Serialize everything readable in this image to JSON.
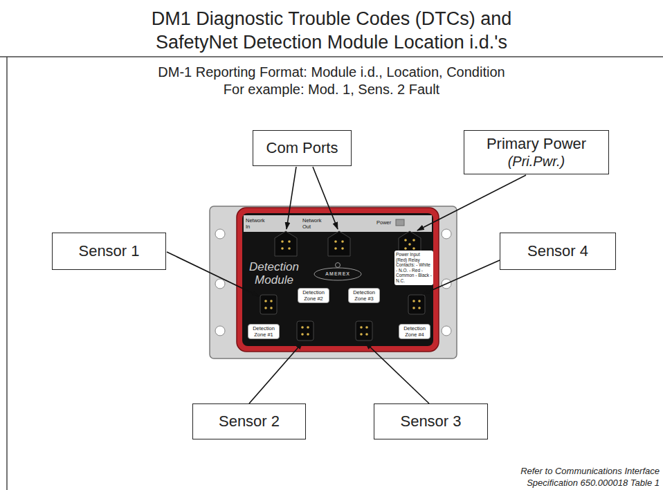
{
  "diagram": {
    "title": "DM1 Diagnostic Trouble Codes (DTCs) and SafetyNet Detection Module Location i.d.'s",
    "nodes": [
      {
        "text": [
          "Com Ports"
        ]
      },
      {
        "text": [
          "Primary Power",
          "(Pri.Pwr.)"
        ]
      },
      {
        "text": [
          "Sensor 1"
        ]
      },
      {
        "text": [
          "Sensor 4"
        ]
      },
      {
        "text": [
          "Detection Module"
        ]
      },
      {
        "text": [
          "Detection Zone #2"
        ],
        "in": 4
      },
      {
        "text": [
          "Detection Zone #3"
        ],
        "in": 4
      },
      {
        "text": [
          "Power Input (Red) Relay Contacts: - White - N.O. - Red - Common - Black - N.C."
        ],
        "in": 4
      },
      {
        "text": [
          "Detection Zone #1"
        ],
        "in": 4
      },
      {
        "text": [
          "Detection Zone #4"
        ],
        "in": 4
      },
      {
        "text": [
          "Sensor 2"
        ]
      },
      {
        "text": [
          "Sensor 3"
        ]
      }
    ],
    "labels": [
      "DM-1 Reporting Format: Module i.d., Location, Condition",
      "For example: Mod. 1, Sens. 2 Fault",
      "Network In",
      "Network Out",
      "Power",
      "AMEREX",
      "Refer to Communications Interface Specification 650.000018 Table 1"
    ]
  }
}
